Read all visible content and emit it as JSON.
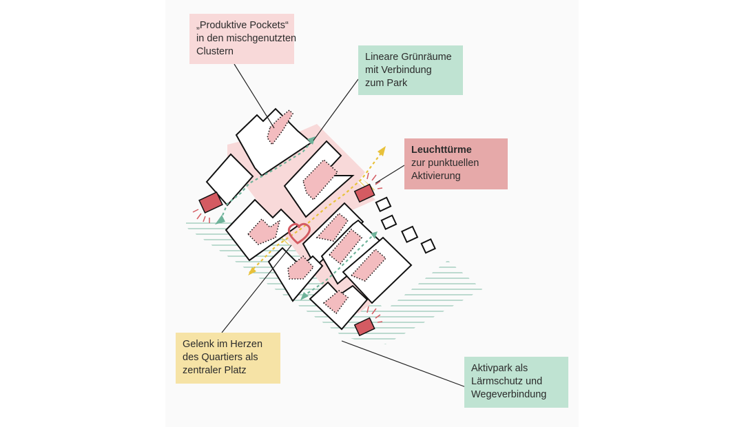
{
  "colors": {
    "pocket_pink": "#f8d9d9",
    "green_label": "#bfe3d2",
    "red_label": "#e6a9a9",
    "yellow_label": "#f6e3a6",
    "axis_green": "#6fb39a",
    "accent_yellow": "#e8c13a",
    "tower_red": "#d45b62",
    "pink_fill": "#f3bcbf"
  },
  "labels": {
    "pockets": {
      "line1": "„Produktive Pockets“",
      "line2": "in den mischgenutzten",
      "line3": "Clustern"
    },
    "green_spaces": {
      "line1": "Lineare Grünräume",
      "line2": "mit Verbindung",
      "line3": "zum Park"
    },
    "towers": {
      "title": "Leuchttürme",
      "line2": "zur punktuellen",
      "line3": "Aktivierung"
    },
    "joint": {
      "line1": "Gelenk im Herzen",
      "line2": "des Quartiers als",
      "line3": "zentraler Platz"
    },
    "activity_park": {
      "line1": "Aktivpark als",
      "line2": "Lärmschutz und",
      "line3": "Wegeverbindung"
    }
  },
  "icons": {
    "heart": "heart-icon",
    "tower": "tower-icon",
    "arrow": "arrow-icon"
  }
}
